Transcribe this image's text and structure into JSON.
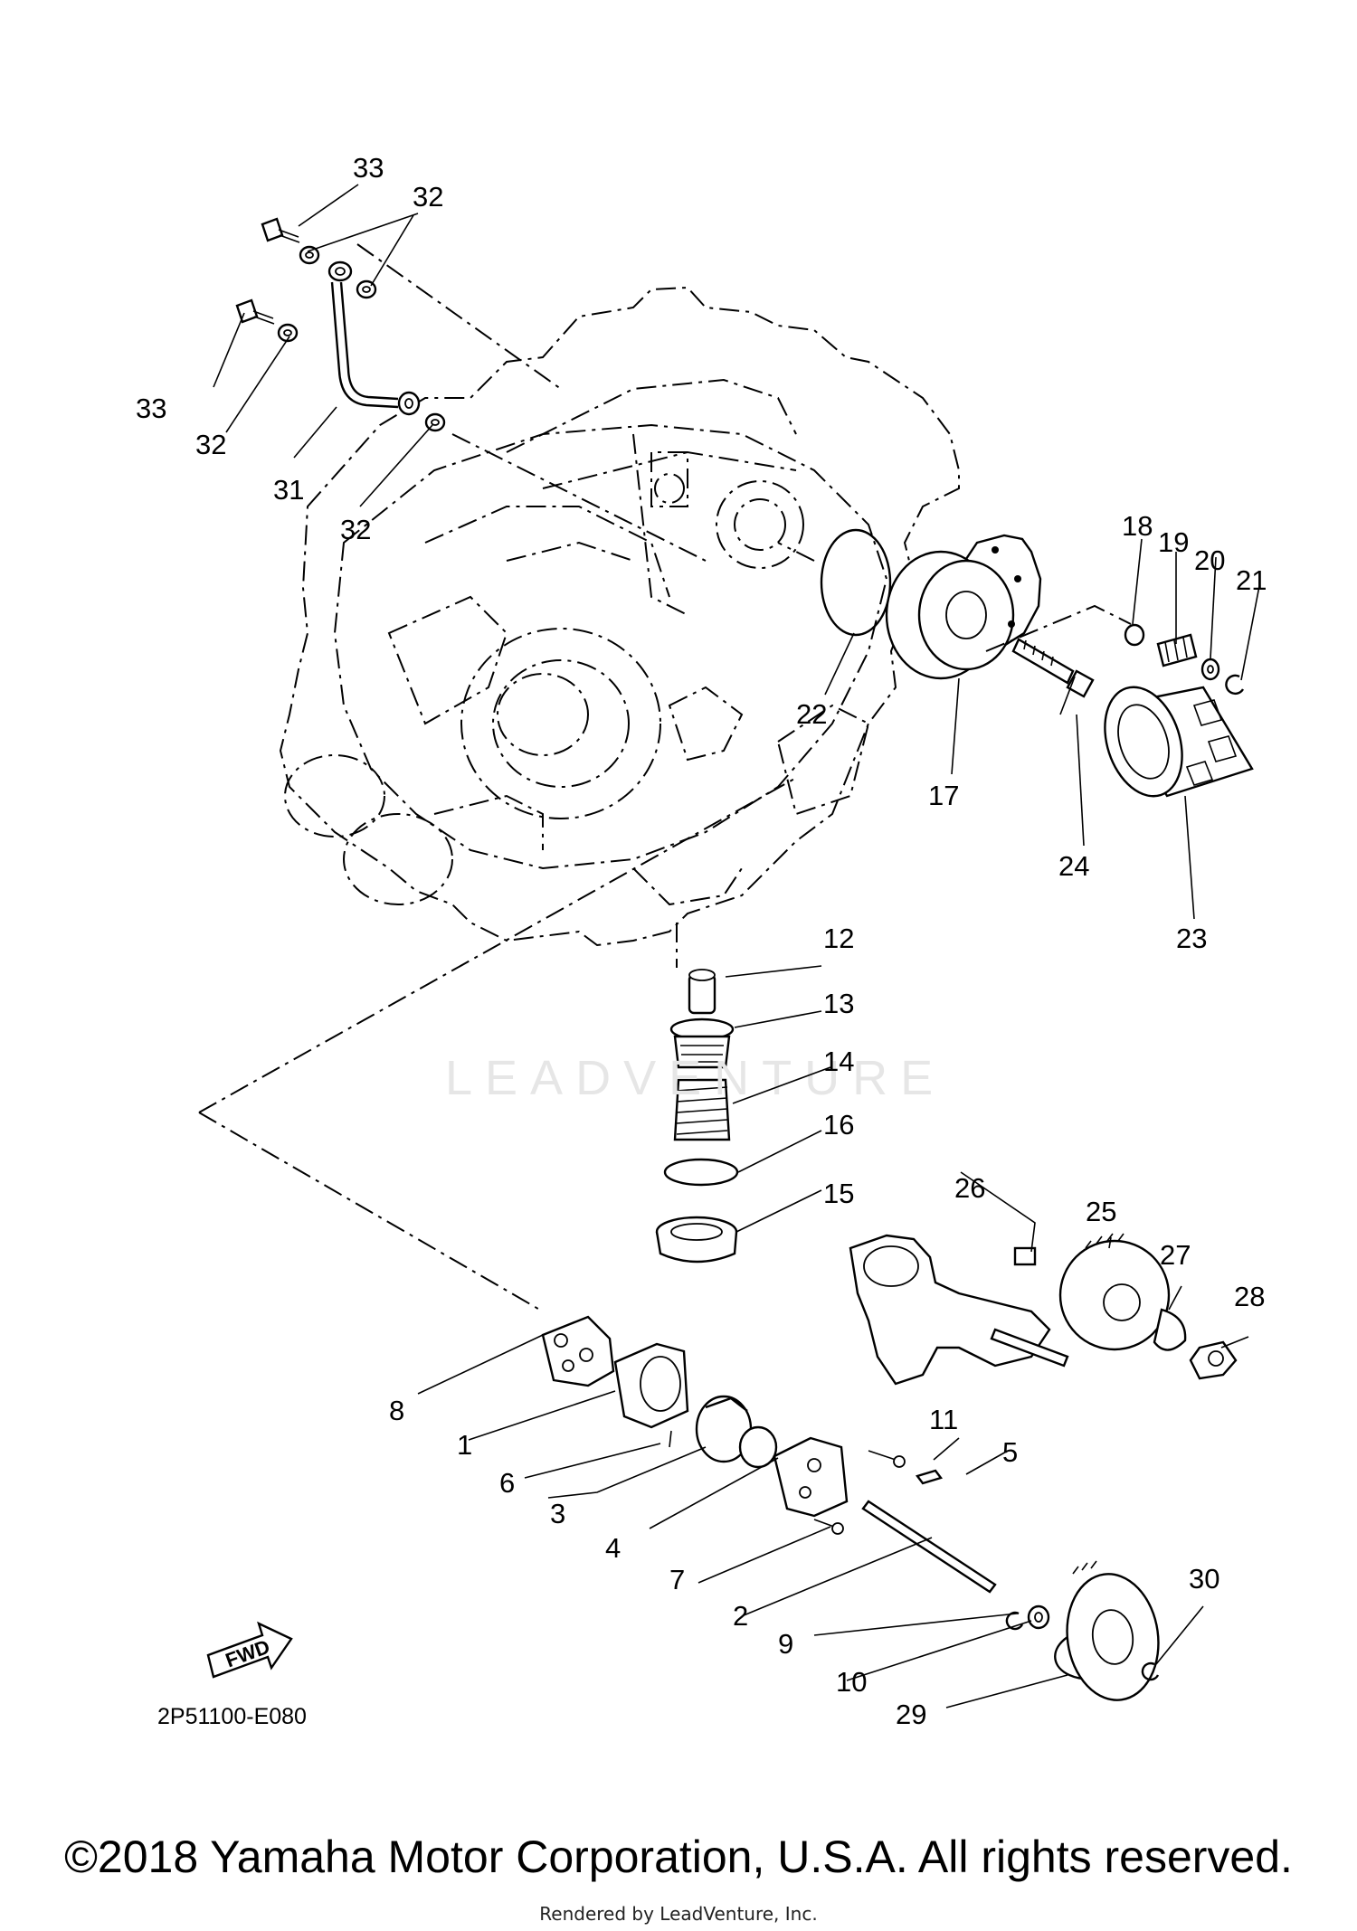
{
  "diagram_code": "2P51100-E080",
  "fwd_label": "FWD",
  "watermark": "LEADVENTURE",
  "copyright": "©2018 Yamaha Motor Corporation, U.S.A. All rights reserved.",
  "rendered_by": "Rendered by LeadVenture, Inc.",
  "callouts": [
    "1",
    "2",
    "3",
    "4",
    "5",
    "6",
    "7",
    "8",
    "9",
    "10",
    "11",
    "12",
    "13",
    "14",
    "15",
    "16",
    "17",
    "18",
    "19",
    "20",
    "21",
    "22",
    "23",
    "24",
    "25",
    "26",
    "27",
    "28",
    "29",
    "30",
    "31",
    "32",
    "33"
  ]
}
